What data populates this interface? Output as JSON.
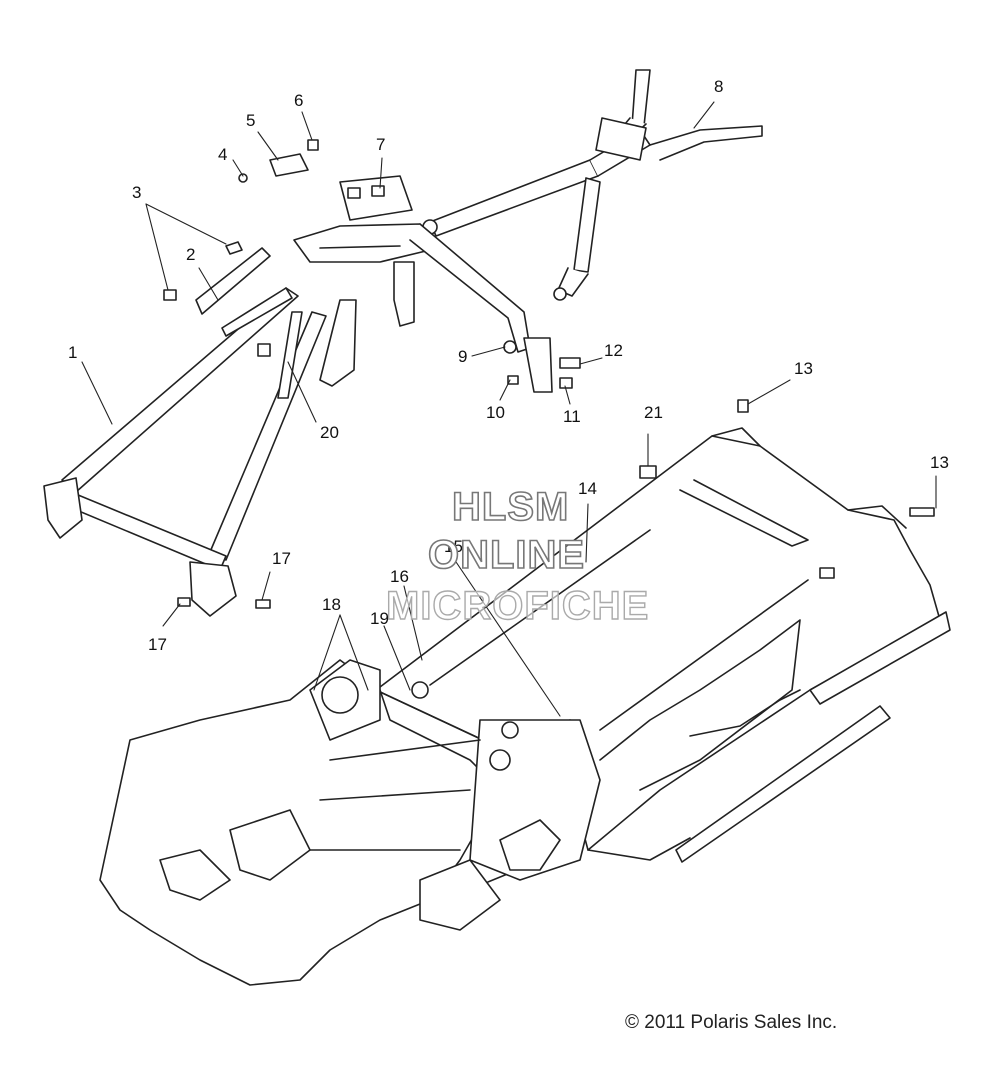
{
  "callouts": {
    "c1": "1",
    "c2": "2",
    "c3": "3",
    "c4": "4",
    "c5": "5",
    "c6": "6",
    "c7": "7",
    "c8": "8",
    "c9": "9",
    "c10": "10",
    "c11": "11",
    "c12": "12",
    "c13a": "13",
    "c13b": "13",
    "c14": "14",
    "c15": "15",
    "c16": "16",
    "c17a": "17",
    "c17b": "17",
    "c18": "18",
    "c19": "19",
    "c20": "20",
    "c21": "21"
  },
  "watermark": {
    "line1": "HLSM",
    "line2": "ONLINE",
    "line3": "MICROFICHE"
  },
  "copyright": "© 2011 Polaris Sales Inc.",
  "colors": {
    "line": "#222222",
    "fill": "#ffffff",
    "watermark": "#777777"
  }
}
